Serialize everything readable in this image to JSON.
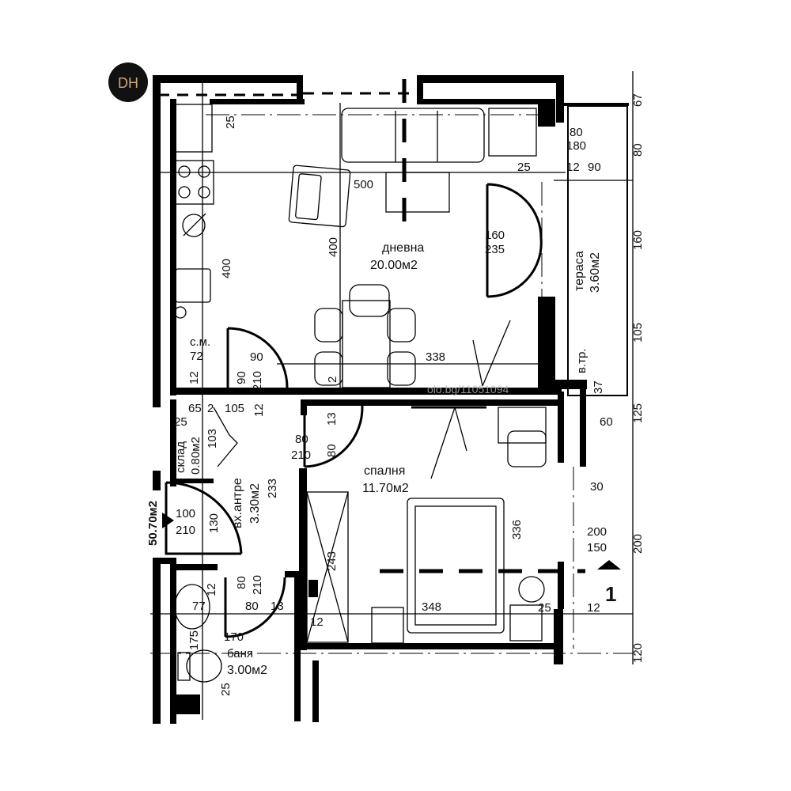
{
  "logo": {
    "text": "DH"
  },
  "rooms": {
    "living": {
      "name": "дневна",
      "area": "20.00м2"
    },
    "terrace": {
      "name": "тераса",
      "area": "3.60м2"
    },
    "bedroom": {
      "name": "спалня",
      "area": "11.70м2"
    },
    "hall": {
      "name": "вх.антре",
      "area": "3.30м2"
    },
    "storage": {
      "name": "склад",
      "area": "0.80м2"
    },
    "bathroom": {
      "name": "баня",
      "area": "3.00м2"
    }
  },
  "total_area": "50.70м2",
  "labels": {
    "washer": "с.м.",
    "vent": "в.тр.",
    "section": "1"
  },
  "dims": {
    "d500": "500",
    "d400a": "400",
    "d400b": "400",
    "d338": "338",
    "d25a": "25",
    "d160": "160",
    "d235": "235",
    "d80a": "80",
    "d180": "180",
    "d25b": "25",
    "d12a": "12",
    "d90a": "90",
    "d72": "72",
    "d90b": "90",
    "d90c": "90",
    "d210a": "210",
    "d12b": "12",
    "d2a": "2",
    "r67": "67",
    "r80": "80",
    "r160": "160",
    "r105": "105",
    "r125": "125",
    "r200": "200",
    "r120": "120",
    "d37": "37",
    "d60": "60",
    "d30": "30",
    "d200": "200",
    "d150": "150",
    "d12c": "12",
    "d25c": "25",
    "d336": "336",
    "d348": "348",
    "d243": "243",
    "d12d": "12",
    "d80b": "80",
    "d210b": "210",
    "d13a": "13",
    "d80c": "80",
    "d233": "233",
    "d105": "105",
    "d12e": "12",
    "d65": "65",
    "d2b": "2",
    "d25d": "25",
    "d103": "103",
    "d100": "100",
    "d210c": "210",
    "d130": "130",
    "d80d": "80",
    "d210d": "210",
    "d12f": "12",
    "d80e": "80",
    "d13b": "13",
    "d77": "77",
    "d170": "170",
    "d175": "175",
    "d25e": "25"
  },
  "watermark": "olo.bg/11051094"
}
